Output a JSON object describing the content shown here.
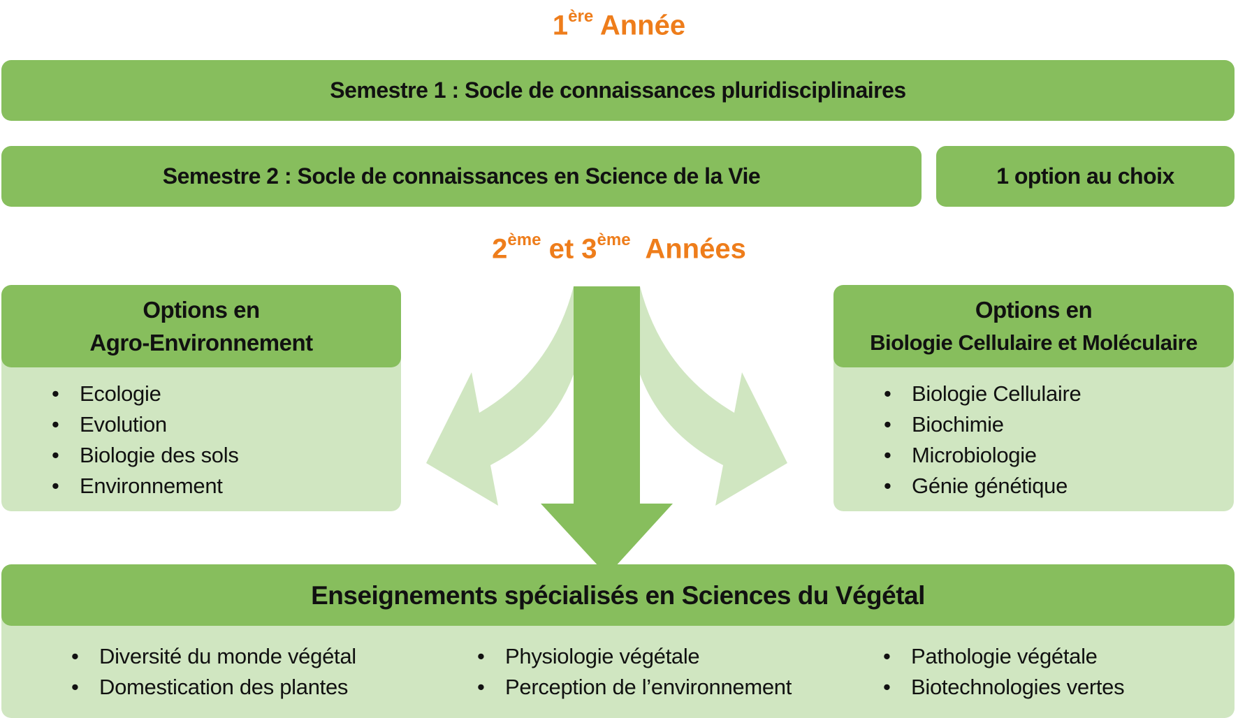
{
  "year1": {
    "num": "1",
    "sup": "ère",
    "word": "Année"
  },
  "semestre1": "Semestre 1 : Socle de connaissances pluridisciplinaires",
  "semestre2": "Semestre 2 : Socle de connaissances en Science de la Vie",
  "option": "1 option au choix",
  "year23": {
    "num1": "2",
    "sup1": "ème",
    "et": "et",
    "num2": "3",
    "sup2": "ème",
    "word": "Années"
  },
  "agro": {
    "line1": "Options en",
    "line2": "Agro-Environnement",
    "items": [
      "Ecologie",
      "Evolution",
      "Biologie des sols",
      "Environnement"
    ]
  },
  "bcm": {
    "line1": "Options en",
    "line2": "Biologie Cellulaire et Moléculaire",
    "items": [
      "Biologie Cellulaire",
      "Biochimie",
      "Microbiologie",
      "Génie génétique"
    ]
  },
  "vegetal": {
    "title": "Enseignements spécialisés en Sciences du Végétal",
    "col1": [
      "Diversité du monde végétal",
      "Domestication des plantes"
    ],
    "col2": [
      "Physiologie végétale",
      "Perception de l’environnement"
    ],
    "col3": [
      "Pathologie végétale",
      "Biotechnologies vertes"
    ]
  },
  "colors": {
    "green": "#87BE5D",
    "light_green": "#D0E6C1",
    "orange": "#EE7D1B"
  }
}
